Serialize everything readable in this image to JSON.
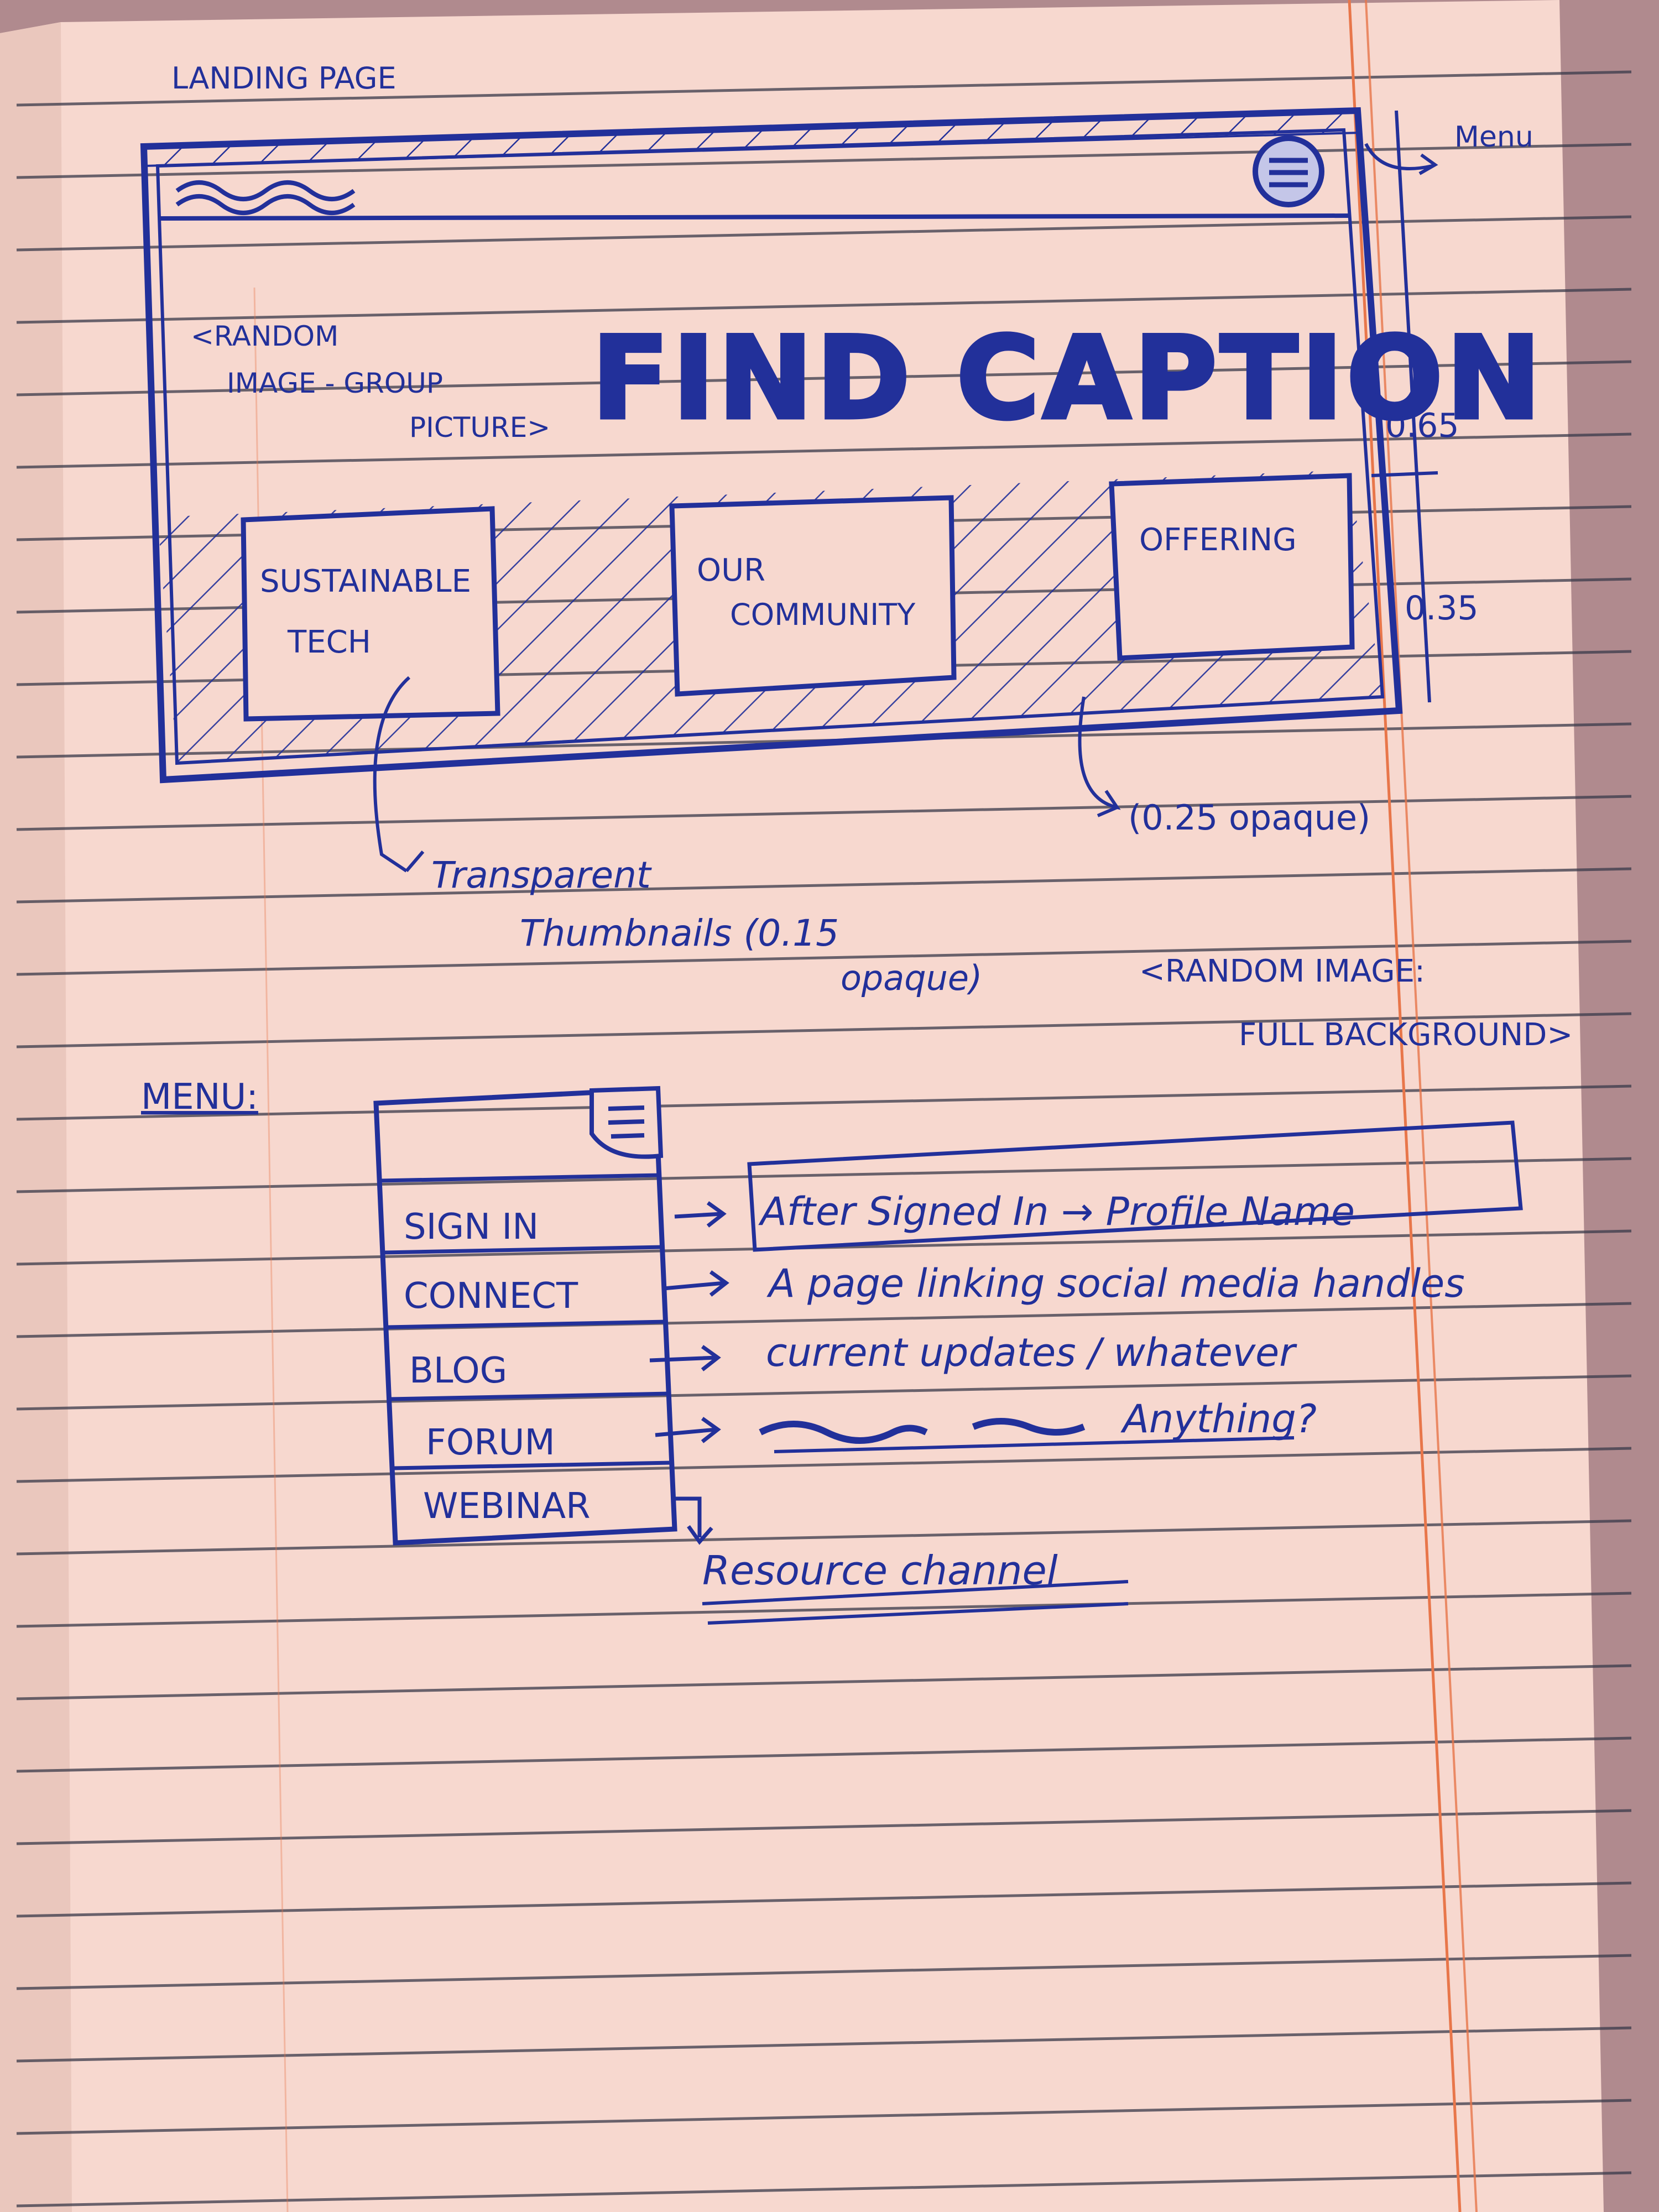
{
  "page_heading": "LANDING PAGE",
  "landing": {
    "header_scribble": "",
    "menu_callout": "Menu",
    "hero_note_line1": "<RANDOM",
    "hero_note_line2": "IMAGE - GROUP",
    "hero_note_line3": "PICTURE>",
    "hero_title": "FIND CAPTION",
    "ratio_top": "0.65",
    "ratio_bottom": "0.35",
    "thumbnails": [
      {
        "line1": "SUSTAINABLE",
        "line2": "TECH"
      },
      {
        "line1": "OUR",
        "line2": "COMMUNITY"
      },
      {
        "line1": "OFFERING",
        "line2": ""
      }
    ],
    "opacity_note": "(0.25 opaque)",
    "thumb_note_line1": "Transparent",
    "thumb_note_line2": "Thumbnails (0.15",
    "thumb_note_line3": "opaque)",
    "background_note_line1": "<RANDOM IMAGE:",
    "background_note_line2": "FULL BACKGROUND>"
  },
  "menu_section": {
    "heading": "MENU:",
    "items": [
      "SIGN IN",
      "CONNECT",
      "BLOG",
      "FORUM",
      "WEBINAR"
    ],
    "notes": [
      "After Signed In → Profile Name",
      "A page linking social media handles",
      "current updates / whatever",
      "Anything?",
      "Resource channel"
    ]
  },
  "colors": {
    "paper": "#f7d8cf",
    "ink": "#22309a",
    "rule_line": "#3a3a4a",
    "margin_line": "#e8764a",
    "table_bg": "#b08a8e"
  }
}
